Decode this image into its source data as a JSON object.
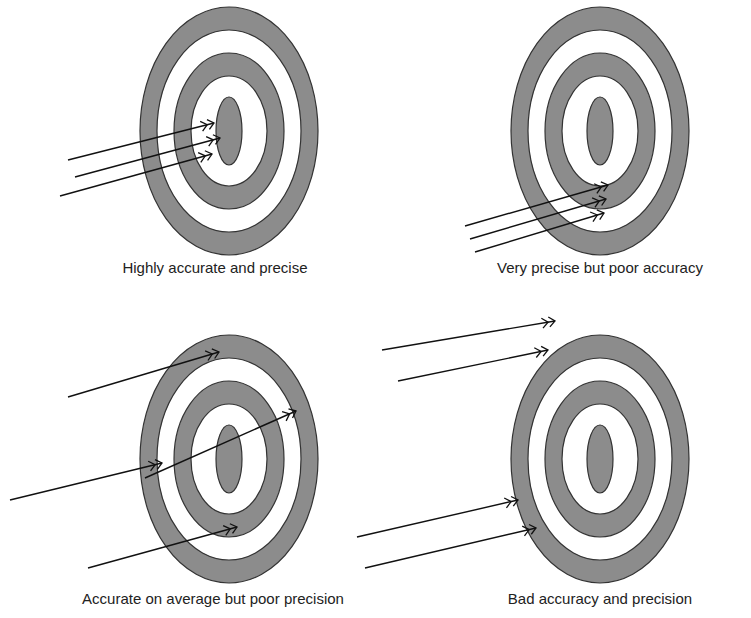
{
  "diagram": {
    "labels": [
      "Highly accurate and precise",
      "Very precise but poor accuracy",
      "Accurate on average but poor precision",
      "Bad accuracy and precision"
    ]
  }
}
